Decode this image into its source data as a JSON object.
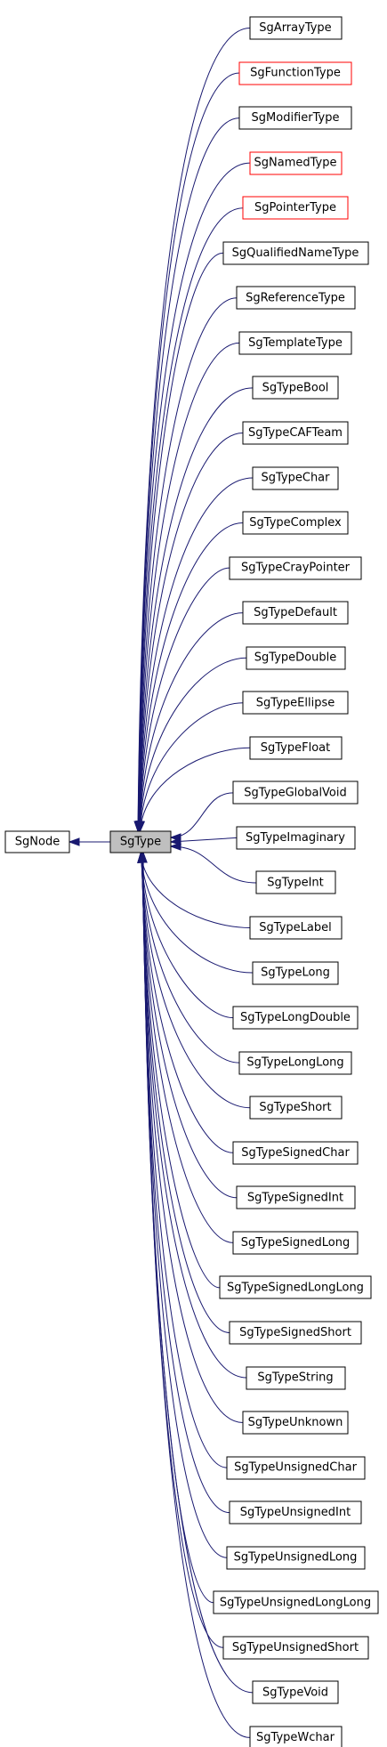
{
  "diagram": {
    "base_class": "SgNode",
    "current_class": "SgType",
    "derived_classes": [
      {
        "name": "SgArrayType",
        "red": false
      },
      {
        "name": "SgFunctionType",
        "red": true
      },
      {
        "name": "SgModifierType",
        "red": false
      },
      {
        "name": "SgNamedType",
        "red": true
      },
      {
        "name": "SgPointerType",
        "red": true
      },
      {
        "name": "SgQualifiedNameType",
        "red": false
      },
      {
        "name": "SgReferenceType",
        "red": false
      },
      {
        "name": "SgTemplateType",
        "red": false
      },
      {
        "name": "SgTypeBool",
        "red": false
      },
      {
        "name": "SgTypeCAFTeam",
        "red": false
      },
      {
        "name": "SgTypeChar",
        "red": false
      },
      {
        "name": "SgTypeComplex",
        "red": false
      },
      {
        "name": "SgTypeCrayPointer",
        "red": false
      },
      {
        "name": "SgTypeDefault",
        "red": false
      },
      {
        "name": "SgTypeDouble",
        "red": false
      },
      {
        "name": "SgTypeEllipse",
        "red": false
      },
      {
        "name": "SgTypeFloat",
        "red": false
      },
      {
        "name": "SgTypeGlobalVoid",
        "red": false
      },
      {
        "name": "SgTypeImaginary",
        "red": false
      },
      {
        "name": "SgTypeInt",
        "red": false
      },
      {
        "name": "SgTypeLabel",
        "red": false
      },
      {
        "name": "SgTypeLong",
        "red": false
      },
      {
        "name": "SgTypeLongDouble",
        "red": false
      },
      {
        "name": "SgTypeLongLong",
        "red": false
      },
      {
        "name": "SgTypeShort",
        "red": false
      },
      {
        "name": "SgTypeSignedChar",
        "red": false
      },
      {
        "name": "SgTypeSignedInt",
        "red": false
      },
      {
        "name": "SgTypeSignedLong",
        "red": false
      },
      {
        "name": "SgTypeSignedLongLong",
        "red": false
      },
      {
        "name": "SgTypeSignedShort",
        "red": false
      },
      {
        "name": "SgTypeString",
        "red": false
      },
      {
        "name": "SgTypeUnknown",
        "red": false
      },
      {
        "name": "SgTypeUnsignedChar",
        "red": false
      },
      {
        "name": "SgTypeUnsignedInt",
        "red": false
      },
      {
        "name": "SgTypeUnsignedLong",
        "red": false
      },
      {
        "name": "SgTypeUnsignedLongLong",
        "red": false
      },
      {
        "name": "SgTypeUnsignedShort",
        "red": false
      },
      {
        "name": "SgTypeVoid",
        "red": false
      },
      {
        "name": "SgTypeWchar",
        "red": false
      }
    ]
  },
  "colors": {
    "edge": "#191970",
    "red_border": "#ff0000",
    "current_fill": "#bfbfbf"
  }
}
